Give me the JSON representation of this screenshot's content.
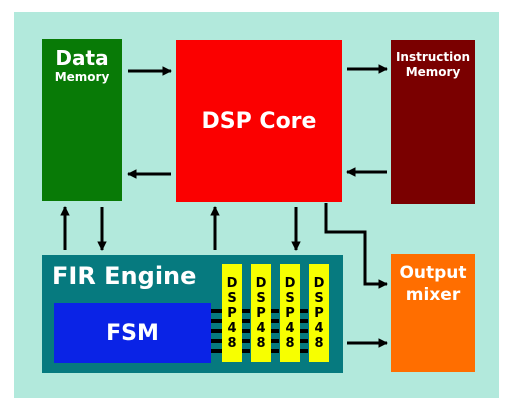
{
  "blocks": {
    "data_memory": {
      "line1": "Data",
      "line2": "Memory",
      "color": "#087a06"
    },
    "dsp_core": {
      "label": "DSP Core",
      "color": "#fb0000"
    },
    "instruction_memory": {
      "line1": "Instruction",
      "line2": "Memory",
      "color": "#7a0000"
    },
    "fir_engine": {
      "label": "FIR Engine",
      "color": "#067a7f"
    },
    "fsm": {
      "label": "FSM",
      "color": "#0a23e6"
    },
    "dsp48_units": [
      {
        "chars": [
          "D",
          "S",
          "P",
          "4",
          "8"
        ]
      },
      {
        "chars": [
          "D",
          "S",
          "P",
          "4",
          "8"
        ]
      },
      {
        "chars": [
          "D",
          "S",
          "P",
          "4",
          "8"
        ]
      },
      {
        "chars": [
          "D",
          "S",
          "P",
          "4",
          "8"
        ]
      }
    ],
    "dsp48_color": "#f7ff00",
    "output_mixer": {
      "line1": "Output",
      "line2": "mixer",
      "color": "#ff6e00"
    }
  },
  "background_color": "#b2e9dc",
  "arrow_color": "#000000"
}
